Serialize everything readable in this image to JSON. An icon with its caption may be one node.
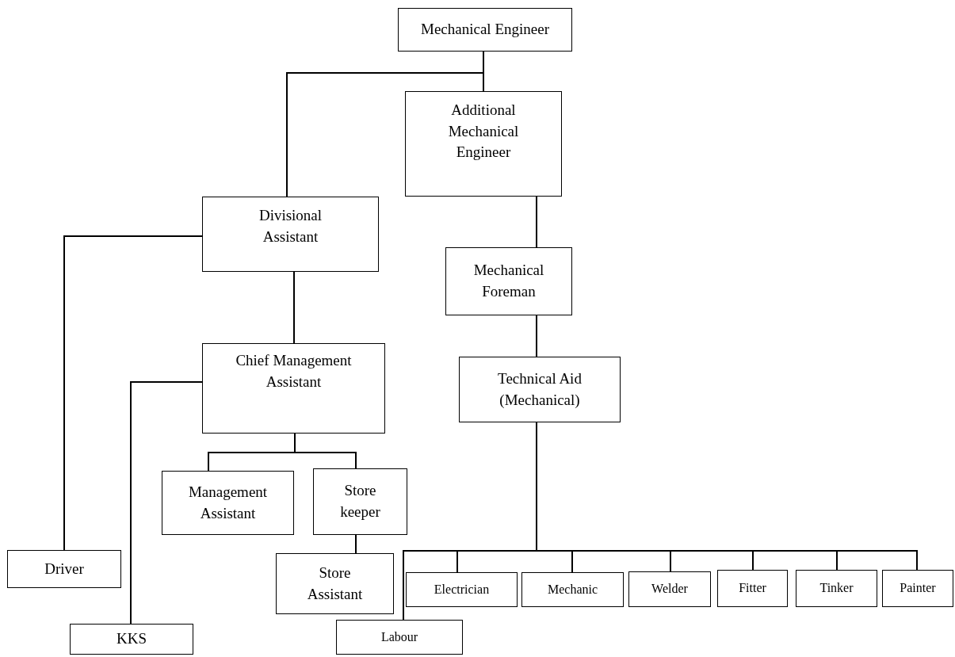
{
  "diagram": {
    "nodes": [
      {
        "text": [
          "Mechanical Engineer"
        ]
      },
      {
        "text": [
          "Additional Mechanical Engineer"
        ]
      },
      {
        "text": [
          "Divisional Assistant"
        ]
      },
      {
        "text": [
          "Mechanical Foreman"
        ]
      },
      {
        "text": [
          "Chief Management Assistant"
        ]
      },
      {
        "text": [
          "Technical Aid (Mechanical)"
        ]
      },
      {
        "text": [
          "Management Assistant"
        ]
      },
      {
        "text": [
          "Store keeper"
        ]
      },
      {
        "text": [
          "Driver"
        ]
      },
      {
        "text": [
          "Store Assistant"
        ]
      },
      {
        "text": [
          "Electrician"
        ]
      },
      {
        "text": [
          "Mechanic"
        ]
      },
      {
        "text": [
          "Welder"
        ]
      },
      {
        "text": [
          "Fitter"
        ]
      },
      {
        "text": [
          "Tinker"
        ]
      },
      {
        "text": [
          "Painter"
        ]
      },
      {
        "text": [
          "Labour"
        ]
      },
      {
        "text": [
          "KKS"
        ]
      }
    ],
    "edges": [
      {
        "from": 0,
        "to": 2,
        "arrow": "none"
      },
      {
        "from": 0,
        "to": 1,
        "arrow": "none"
      },
      {
        "from": 1,
        "to": 3,
        "arrow": "none"
      },
      {
        "from": 2,
        "to": 8,
        "arrow": "none"
      },
      {
        "from": 2,
        "to": 4,
        "arrow": "none"
      },
      {
        "from": 3,
        "to": 5,
        "arrow": "none"
      },
      {
        "from": 4,
        "to": 17,
        "arrow": "none"
      },
      {
        "from": 4,
        "to": 6,
        "arrow": "none"
      },
      {
        "from": 4,
        "to": 7,
        "arrow": "none"
      },
      {
        "from": 7,
        "to": 9,
        "arrow": "none"
      },
      {
        "from": 5,
        "to": 16,
        "arrow": "none"
      },
      {
        "from": 5,
        "to": 10,
        "arrow": "none"
      },
      {
        "from": 5,
        "to": 11,
        "arrow": "none"
      },
      {
        "from": 5,
        "to": 12,
        "arrow": "none"
      },
      {
        "from": 5,
        "to": 13,
        "arrow": "none"
      },
      {
        "from": 5,
        "to": 14,
        "arrow": "none"
      },
      {
        "from": 5,
        "to": 15,
        "arrow": "none"
      }
    ]
  }
}
